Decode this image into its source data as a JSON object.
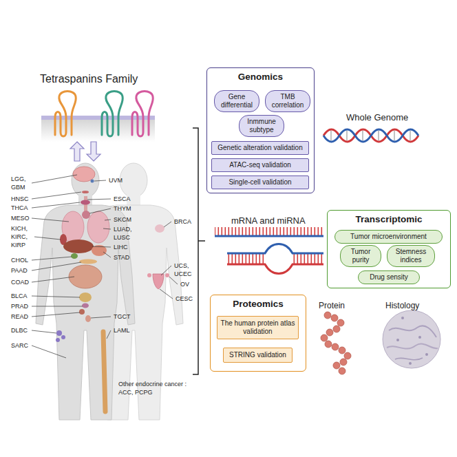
{
  "diagram": {
    "nodes": [
      {
        "text": [
          "Genomics"
        ]
      },
      {
        "text": [
          "Gene differential"
        ],
        "in": 0
      },
      {
        "text": [
          "TMB correlation"
        ],
        "in": 0
      },
      {
        "text": [
          "Inmmune subtype"
        ],
        "in": 0
      },
      {
        "text": [
          "Genetic alteration validation"
        ],
        "in": 0
      },
      {
        "text": [
          "ATAC-seq validation"
        ],
        "in": 0
      },
      {
        "text": [
          "Single-cell validation"
        ],
        "in": 0
      },
      {
        "text": [
          "Transcriptomic"
        ]
      },
      {
        "text": [
          "Tumor microenvironment"
        ],
        "in": 7
      },
      {
        "text": [
          "Tumor purity"
        ],
        "in": 7
      },
      {
        "text": [
          "Stemness indices"
        ],
        "in": 7
      },
      {
        "text": [
          "Drug sensity"
        ],
        "in": 7
      },
      {
        "text": [
          "Proteomics"
        ]
      },
      {
        "text": [
          "The human protein atlas validation"
        ],
        "in": 12
      },
      {
        "text": [
          "STRING validation"
        ],
        "in": 12
      }
    ],
    "labels": [
      "Tetraspanins Family",
      "LGG, GBM",
      "UVM",
      "HNSC",
      "ESCA",
      "THCA",
      "THYM",
      "MESO",
      "SKCM",
      "KICH, KIRC, KIRP",
      "LUAD, LUSC",
      "BRCA",
      "LIHC",
      "CHOL",
      "STAD",
      "PAAD",
      "UCS, UCEC",
      "COAD",
      "OV",
      "BLCA",
      "PRAD",
      "CESC",
      "READ",
      "TGCT",
      "DLBC",
      "LAML",
      "SARC",
      "Other endocrine cancer : ACC, PCPG",
      "Whole Genome",
      "mRNA and miRNA",
      "Protein",
      "Histology"
    ]
  }
}
